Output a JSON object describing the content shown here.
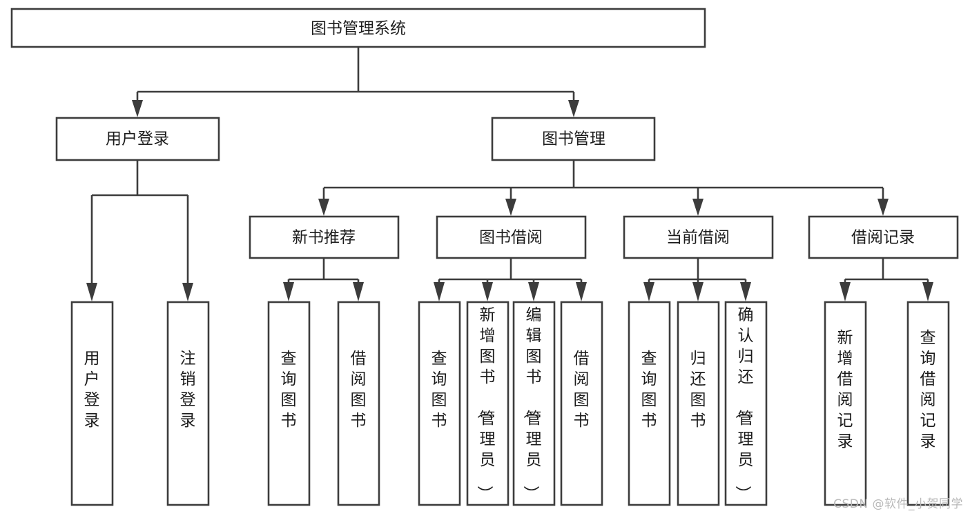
{
  "diagram": {
    "title": "图书管理系统",
    "type": "tree-hierarchy-diagram",
    "root": {
      "id": "root",
      "label": "图书管理系统"
    },
    "level2": [
      {
        "id": "user-login",
        "label": "用户登录"
      },
      {
        "id": "book-management",
        "label": "图书管理"
      }
    ],
    "level3": [
      {
        "id": "new-book-recommend",
        "label": "新书推荐",
        "parent": "book-management"
      },
      {
        "id": "book-borrow",
        "label": "图书借阅",
        "parent": "book-management"
      },
      {
        "id": "current-borrow",
        "label": "当前借阅",
        "parent": "book-management"
      },
      {
        "id": "borrow-record",
        "label": "借阅记录",
        "parent": "book-management"
      }
    ],
    "leaves": {
      "user_login": [
        {
          "id": "leaf-user-login",
          "label": "用户登录"
        },
        {
          "id": "leaf-logout",
          "label": "注销登录"
        }
      ],
      "new_book_recommend": [
        {
          "id": "leaf-query-book-1",
          "label": "查询图书"
        },
        {
          "id": "leaf-borrow-book-1",
          "label": "借阅图书"
        }
      ],
      "book_borrow": [
        {
          "id": "leaf-query-book-2",
          "label": "查询图书"
        },
        {
          "id": "leaf-add-book",
          "label": "新增图书（管理员）"
        },
        {
          "id": "leaf-edit-book",
          "label": "编辑图书（管理员）"
        },
        {
          "id": "leaf-borrow-book-2",
          "label": "借阅图书"
        }
      ],
      "current_borrow": [
        {
          "id": "leaf-query-book-3",
          "label": "查询图书"
        },
        {
          "id": "leaf-return-book",
          "label": "归还图书"
        },
        {
          "id": "leaf-confirm-return",
          "label": "确认归还（管理员）"
        }
      ],
      "borrow_record": [
        {
          "id": "leaf-add-record",
          "label": "新增借阅记录"
        },
        {
          "id": "leaf-query-record",
          "label": "查询借阅记录"
        }
      ]
    }
  },
  "watermark": {
    "text": "CSDN @软件_小贺同学"
  },
  "colors": {
    "box_stroke": "#3c3c3c",
    "box_fill": "#ffffff",
    "text": "#1c1c1c",
    "background": "#ffffff",
    "watermark": "#b9b9b9"
  }
}
